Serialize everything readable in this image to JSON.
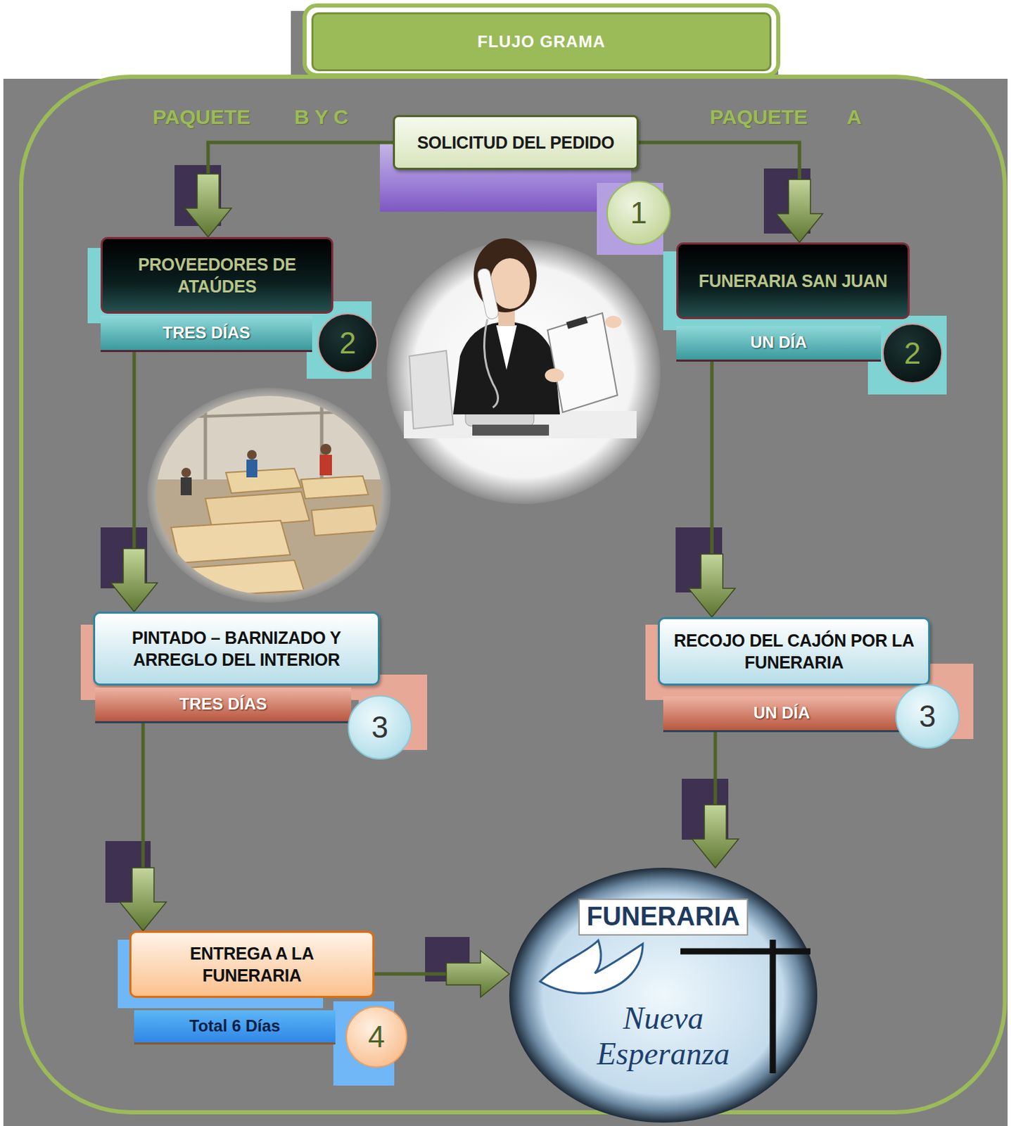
{
  "diagram": {
    "title": "FLUJO GRAMA",
    "nodes": [
      {
        "text": [
          "SOLICITUD DEL PEDIDO"
        ]
      },
      {
        "text": [
          "PROVEEDORES DE ATAÚDES",
          "TRES DÍAS"
        ]
      },
      {
        "text": [
          "FUNERARIA SAN JUAN",
          "UN DÍA"
        ]
      },
      {
        "text": [
          "PINTADO – BARNIZADO Y ARREGLO DEL INTERIOR",
          "TRES DÍAS"
        ]
      },
      {
        "text": [
          "RECOJO DEL CAJÓN POR LA FUNERARIA",
          "UN DÍA"
        ]
      },
      {
        "text": [
          "ENTREGA A LA FUNERARIA",
          "Total 6 Días"
        ]
      },
      {
        "text": [
          "FUNERARIA",
          "Nueva Esperanza"
        ]
      }
    ],
    "edges": [
      {
        "from": 0,
        "to": 1,
        "arrow": "to"
      },
      {
        "from": 0,
        "to": 2,
        "arrow": "to"
      },
      {
        "from": 1,
        "to": 3,
        "arrow": "to"
      },
      {
        "from": 3,
        "to": 5,
        "arrow": "to"
      },
      {
        "from": 2,
        "to": 4,
        "arrow": "to"
      },
      {
        "from": 4,
        "to": 6,
        "arrow": "to"
      },
      {
        "from": 5,
        "to": 6,
        "arrow": "to"
      }
    ],
    "labels": [
      "PAQUETE",
      "B Y C",
      "PAQUETE",
      "A",
      "1",
      "2",
      "2",
      "3",
      "3",
      "4"
    ]
  }
}
